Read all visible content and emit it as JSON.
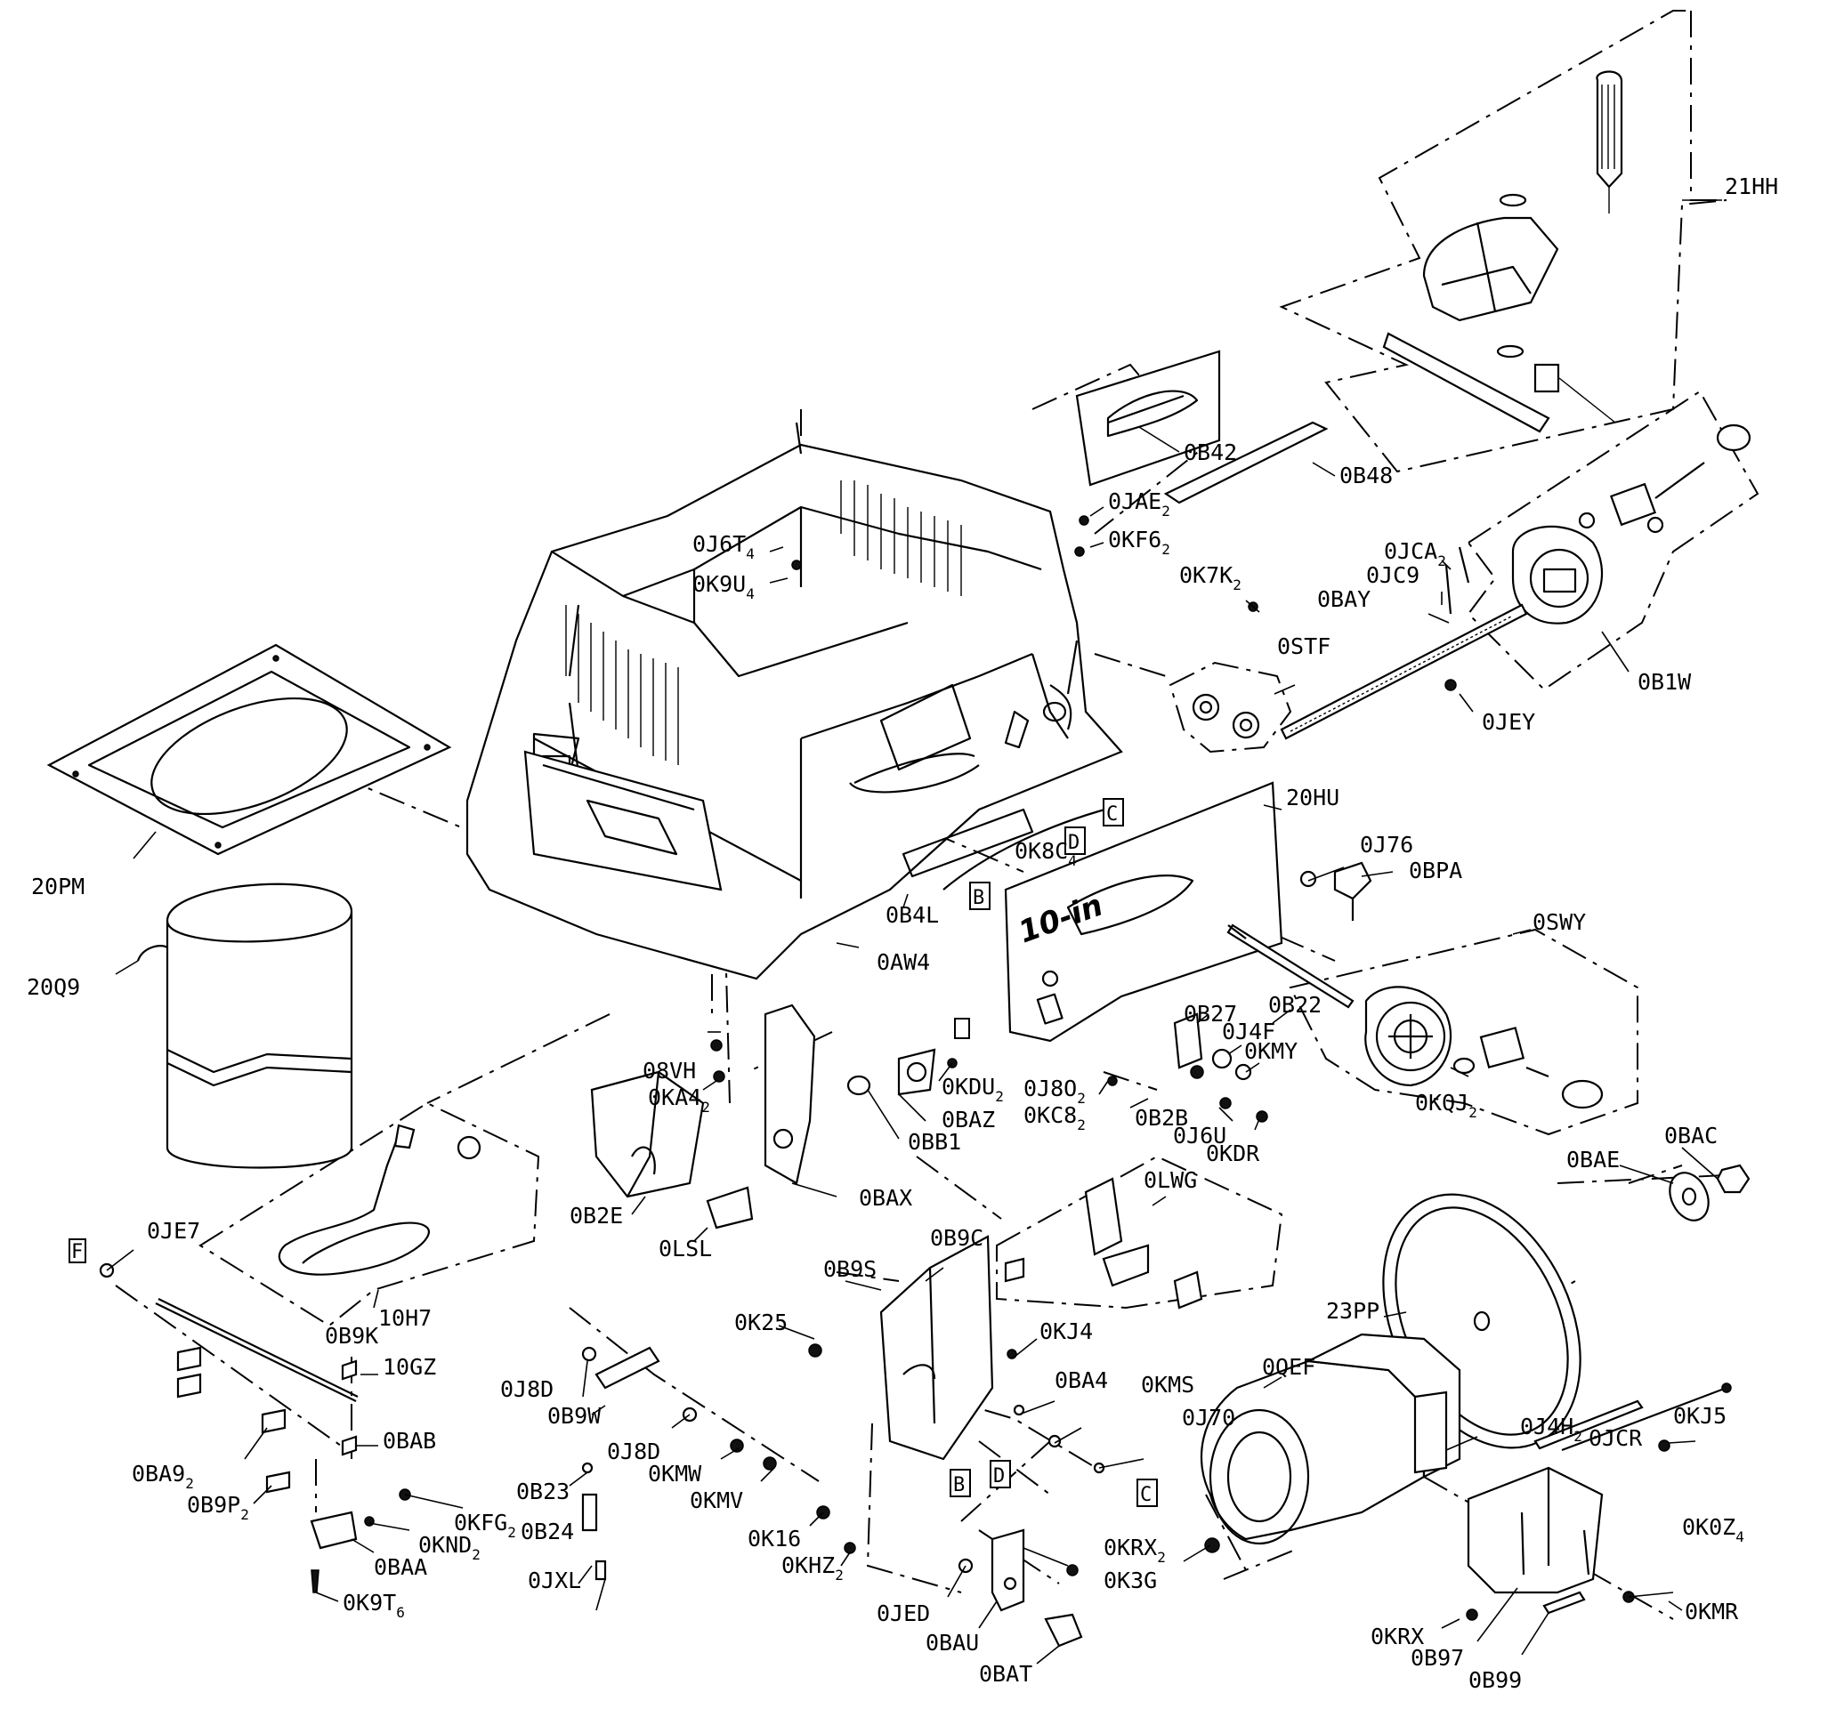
{
  "callouts": [
    {
      "id": "21HH",
      "text": "21HH"
    },
    {
      "id": "0B42",
      "text": "0B42"
    },
    {
      "id": "0B48",
      "text": "0B48"
    },
    {
      "id": "0JAE",
      "text": "0JAE",
      "sub": "2"
    },
    {
      "id": "0KF6",
      "text": "0KF6",
      "sub": "2"
    },
    {
      "id": "0J6T",
      "text": "0J6T",
      "sub": "4"
    },
    {
      "id": "0K9U",
      "text": "0K9U",
      "sub": "4"
    },
    {
      "id": "0K7K",
      "text": "0K7K",
      "sub": "2"
    },
    {
      "id": "0JCA",
      "text": "0JCA",
      "sub": "2"
    },
    {
      "id": "0JC9",
      "text": "0JC9"
    },
    {
      "id": "0BAY",
      "text": "0BAY"
    },
    {
      "id": "0STF",
      "text": "0STF"
    },
    {
      "id": "0JEY",
      "text": "0JEY"
    },
    {
      "id": "0B1W",
      "text": "0B1W"
    },
    {
      "id": "20HU",
      "text": "20HU"
    },
    {
      "id": "20PM",
      "text": "20PM"
    },
    {
      "id": "20Q9",
      "text": "20Q9"
    },
    {
      "id": "0K8C",
      "text": "0K8C",
      "sub": "4"
    },
    {
      "id": "0J76",
      "text": "0J76"
    },
    {
      "id": "0BPA",
      "text": "0BPA"
    },
    {
      "id": "0B4L",
      "text": "0B4L"
    },
    {
      "id": "0AW4",
      "text": "0AW4"
    },
    {
      "id": "0SWY",
      "text": "0SWY"
    },
    {
      "id": "0B27",
      "text": "0B27"
    },
    {
      "id": "0B22",
      "text": "0B22"
    },
    {
      "id": "0J4F",
      "text": "0J4F"
    },
    {
      "id": "0KMY",
      "text": "0KMY"
    },
    {
      "id": "08VH",
      "text": "08VH"
    },
    {
      "id": "0KA4",
      "text": "0KA4",
      "sub": "2"
    },
    {
      "id": "0KDU",
      "text": "0KDU",
      "sub": "2"
    },
    {
      "id": "0J8O",
      "text": "0J8O",
      "sub": "2"
    },
    {
      "id": "0KC8",
      "text": "0KC8",
      "sub": "2"
    },
    {
      "id": "0B2B",
      "text": "0B2B"
    },
    {
      "id": "0KQJ",
      "text": "0KQJ",
      "sub": "2"
    },
    {
      "id": "0BAZ",
      "text": "0BAZ"
    },
    {
      "id": "0BB1",
      "text": "0BB1"
    },
    {
      "id": "0J6U",
      "text": "0J6U"
    },
    {
      "id": "0KDR",
      "text": "0KDR"
    },
    {
      "id": "0BAC",
      "text": "0BAC"
    },
    {
      "id": "0BAE",
      "text": "0BAE"
    },
    {
      "id": "0LWG",
      "text": "0LWG"
    },
    {
      "id": "0B2E",
      "text": "0B2E"
    },
    {
      "id": "0BAX",
      "text": "0BAX"
    },
    {
      "id": "0LSL",
      "text": "0LSL"
    },
    {
      "id": "0JE7",
      "text": "0JE7"
    },
    {
      "id": "0B9C",
      "text": "0B9C"
    },
    {
      "id": "0B9S",
      "text": "0B9S"
    },
    {
      "id": "23PP",
      "text": "23PP"
    },
    {
      "id": "10H7",
      "text": "10H7"
    },
    {
      "id": "0B9K",
      "text": "0B9K"
    },
    {
      "id": "0K25",
      "text": "0K25"
    },
    {
      "id": "0KJ4",
      "text": "0KJ4"
    },
    {
      "id": "0QEF",
      "text": "0QEF"
    },
    {
      "id": "10GZ",
      "text": "10GZ"
    },
    {
      "id": "0J8D_a",
      "text": "0J8D"
    },
    {
      "id": "0BA4",
      "text": "0BA4"
    },
    {
      "id": "0KMS",
      "text": "0KMS"
    },
    {
      "id": "0B9W",
      "text": "0B9W"
    },
    {
      "id": "0J70",
      "text": "0J70"
    },
    {
      "id": "0J4H",
      "text": "0J4H",
      "sub": "2"
    },
    {
      "id": "0JCR",
      "text": "0JCR"
    },
    {
      "id": "0KJ5",
      "text": "0KJ5"
    },
    {
      "id": "0BAB",
      "text": "0BAB"
    },
    {
      "id": "0J8D_b",
      "text": "0J8D"
    },
    {
      "id": "0BA9",
      "text": "0BA9",
      "sub": "2"
    },
    {
      "id": "0KMW",
      "text": "0KMW"
    },
    {
      "id": "0B23",
      "text": "0B23"
    },
    {
      "id": "0B9P",
      "text": "0B9P",
      "sub": "2"
    },
    {
      "id": "0KMV",
      "text": "0KMV"
    },
    {
      "id": "0KFG",
      "text": "0KFG",
      "sub": "2"
    },
    {
      "id": "0B24",
      "text": "0B24"
    },
    {
      "id": "0KND",
      "text": "0KND",
      "sub": "2"
    },
    {
      "id": "0K16",
      "text": "0K16"
    },
    {
      "id": "0KRX_2",
      "text": "0KRX",
      "sub": "2"
    },
    {
      "id": "0K0Z",
      "text": "0K0Z",
      "sub": "4"
    },
    {
      "id": "0BAA",
      "text": "0BAA"
    },
    {
      "id": "0JXL",
      "text": "0JXL"
    },
    {
      "id": "0KHZ",
      "text": "0KHZ",
      "sub": "2"
    },
    {
      "id": "0K3G",
      "text": "0K3G"
    },
    {
      "id": "0K9T",
      "text": "0K9T",
      "sub": "6"
    },
    {
      "id": "0JED",
      "text": "0JED"
    },
    {
      "id": "0KMR",
      "text": "0KMR"
    },
    {
      "id": "0BAU",
      "text": "0BAU"
    },
    {
      "id": "0KRX",
      "text": "0KRX"
    },
    {
      "id": "0B97",
      "text": "0B97"
    },
    {
      "id": "0B99",
      "text": "0B99"
    },
    {
      "id": "0BAT",
      "text": "0BAT"
    }
  ],
  "reference_boxes": [
    {
      "id": "C_top",
      "text": "C"
    },
    {
      "id": "D_top",
      "text": "D"
    },
    {
      "id": "B_top",
      "text": "B"
    },
    {
      "id": "F",
      "text": "F"
    },
    {
      "id": "B_bot",
      "text": "B"
    },
    {
      "id": "D_bot",
      "text": "D"
    },
    {
      "id": "C_bot",
      "text": "C"
    }
  ],
  "panel_marking": "10-in"
}
